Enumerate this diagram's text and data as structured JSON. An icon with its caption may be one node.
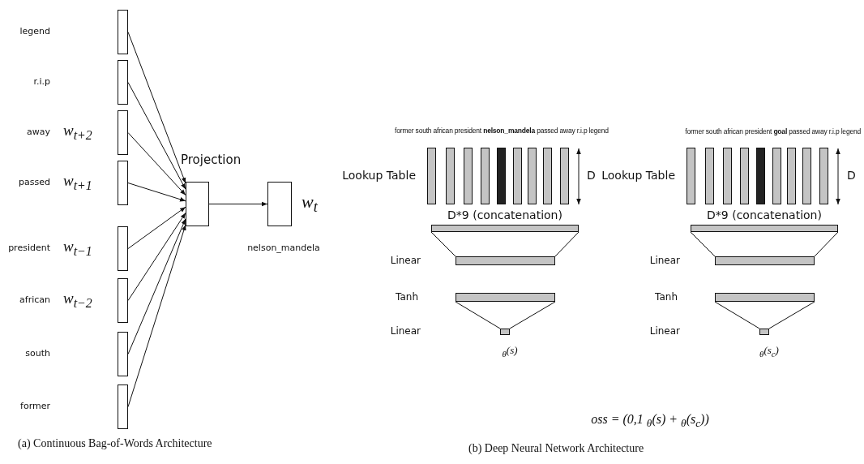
{
  "diagram": {
    "nodes": [
      {
        "text": [],
        "shape": "box"
      },
      {
        "text": [],
        "shape": "box"
      },
      {
        "text": [],
        "shape": "box",
        "beside": [
          "w$_{t+2}$"
        ]
      },
      {
        "text": [],
        "shape": "box",
        "beside": [
          "w$_{t+1}$"
        ]
      },
      {
        "text": [],
        "shape": "box",
        "beside": [
          "w$_{t−1}$"
        ]
      },
      {
        "text": [],
        "shape": "box",
        "beside": [
          "w$_{t−2}$"
        ]
      },
      {
        "text": [],
        "shape": "box"
      },
      {
        "text": [],
        "shape": "box"
      },
      {
        "text": [
          "Projection"
        ]
      },
      {
        "text": [],
        "shape": "box",
        "beside": [
          "w$_{t}$",
          "nelson_mandela"
        ]
      },
      {
        "text": [],
        "shape": "bar"
      },
      {
        "text": [],
        "shape": "bar"
      },
      {
        "text": [],
        "shape": "bar"
      },
      {
        "text": [],
        "shape": "bar"
      },
      {
        "text": [],
        "shape": "bar"
      },
      {
        "text": [],
        "shape": "bar"
      },
      {
        "text": [],
        "shape": "bar"
      },
      {
        "text": [],
        "shape": "bar"
      },
      {
        "text": [],
        "shape": "bar"
      },
      {
        "text": [
          "D*9 (concatenation)"
        ]
      },
      {
        "text": [],
        "shape": "bar",
        "beside": [
          "Linear"
        ]
      },
      {
        "text": [],
        "shape": "bar",
        "beside": [
          "Tanh"
        ]
      },
      {
        "text": [],
        "shape": "box",
        "beside": [
          "$_{θ}$(s)"
        ]
      },
      {
        "text": [],
        "shape": "bar"
      },
      {
        "text": [],
        "shape": "bar"
      },
      {
        "text": [],
        "shape": "bar"
      },
      {
        "text": [],
        "shape": "bar"
      },
      {
        "text": [],
        "shape": "bar"
      },
      {
        "text": [],
        "shape": "bar"
      },
      {
        "text": [],
        "shape": "bar"
      },
      {
        "text": [],
        "shape": "bar"
      },
      {
        "text": [],
        "shape": "bar"
      },
      {
        "text": [
          "D*9 (concatenation)"
        ]
      },
      {
        "text": [],
        "shape": "bar",
        "beside": [
          "Linear"
        ]
      },
      {
        "text": [],
        "shape": "bar",
        "beside": [
          "Tanh"
        ]
      },
      {
        "text": [],
        "shape": "box",
        "beside": [
          "$_{θ}$(s$_{c}$)"
        ]
      }
    ],
    "edges": [
      {
        "from": 0,
        "to": 8,
        "arrow": "to"
      },
      {
        "from": 1,
        "to": 8,
        "arrow": "to"
      },
      {
        "from": 2,
        "to": 8,
        "arrow": "to"
      },
      {
        "from": 3,
        "to": 8,
        "arrow": "to"
      },
      {
        "from": 4,
        "to": 8,
        "arrow": "to"
      },
      {
        "from": 5,
        "to": 8,
        "arrow": "to"
      },
      {
        "from": 6,
        "to": 8,
        "arrow": "to"
      },
      {
        "from": 7,
        "to": 8,
        "arrow": "to"
      },
      {
        "from": 8,
        "to": 9,
        "arrow": "to"
      },
      {
        "from": 19,
        "to": 20,
        "arrow": "none"
      },
      {
        "from": 19,
        "to": 20,
        "arrow": "none"
      },
      {
        "from": 21,
        "to": 22,
        "arrow": "none"
      },
      {
        "from": 21,
        "to": 22,
        "arrow": "none"
      },
      {
        "from": 32,
        "to": 33,
        "arrow": "none"
      },
      {
        "from": 32,
        "to": 33,
        "arrow": "none"
      },
      {
        "from": 34,
        "to": 35,
        "arrow": "none"
      },
      {
        "from": 34,
        "to": 35,
        "arrow": "none"
      }
    ],
    "labels": [
      "legend",
      "r.i.p",
      "away",
      "passed",
      "president",
      "african",
      "south",
      "former",
      "former south african president **nelson_mandela** passed away r.i.p legend",
      "Lookup Table",
      "D",
      "former south african president **goal** passed away r.i.p legend",
      "Lookup Table",
      "D",
      "Linear",
      "Linear",
      "oss = (0,1 $_{θ}$(s) + $_{θ}$(s$_{c}$))",
      "(a) Continuous Bag-of-Words Architecture",
      "(b) Deep Neural Network Architecture"
    ]
  }
}
